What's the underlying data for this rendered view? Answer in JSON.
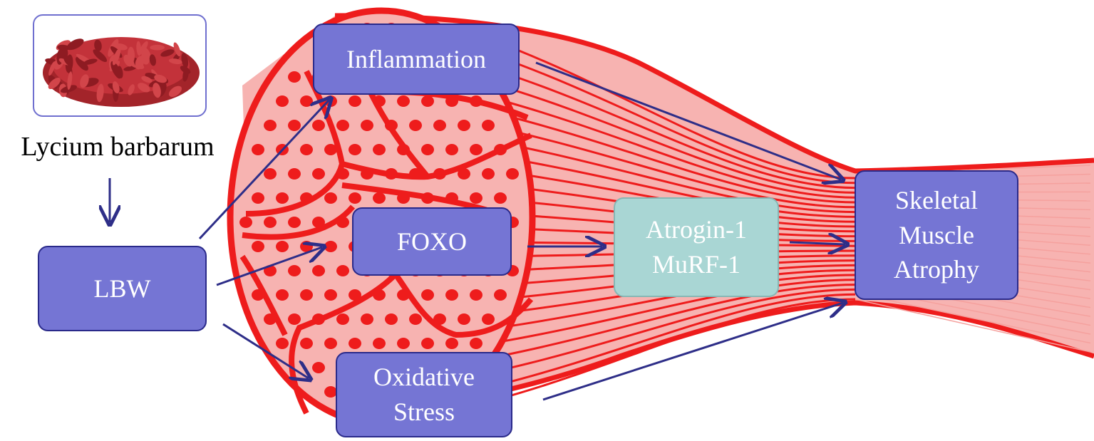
{
  "colors": {
    "muscle_red": "#ee1c1c",
    "muscle_pink": "#f7b3b1",
    "box_fill": "#7575d4",
    "box_border": "#2a2a8a",
    "arrow": "#2e2e88",
    "atrogin_fill": "#a9d6d4",
    "photo_border": "#6f6fcf"
  },
  "source": {
    "image_icon": "goji-berries-photo",
    "caption": "Lycium barbarum"
  },
  "nodes": {
    "lbw": [
      "LBW"
    ],
    "inflammation": [
      "Inflammation"
    ],
    "foxo": [
      "FOXO"
    ],
    "oxidative_stress": [
      "Oxidative",
      "Stress"
    ],
    "atrogin_murf": [
      "Atrogin-1",
      "MuRF-1"
    ],
    "skeletal_muscle_atrophy": [
      "Skeletal",
      "Muscle",
      "Atrophy"
    ]
  },
  "edges": [
    {
      "from": "source",
      "to": "lbw"
    },
    {
      "from": "lbw",
      "to": "inflammation"
    },
    {
      "from": "lbw",
      "to": "foxo"
    },
    {
      "from": "lbw",
      "to": "oxidative_stress"
    },
    {
      "from": "inflammation",
      "to": "skeletal_muscle_atrophy"
    },
    {
      "from": "foxo",
      "to": "atrogin_murf"
    },
    {
      "from": "atrogin_murf",
      "to": "skeletal_muscle_atrophy"
    },
    {
      "from": "oxidative_stress",
      "to": "skeletal_muscle_atrophy"
    }
  ]
}
